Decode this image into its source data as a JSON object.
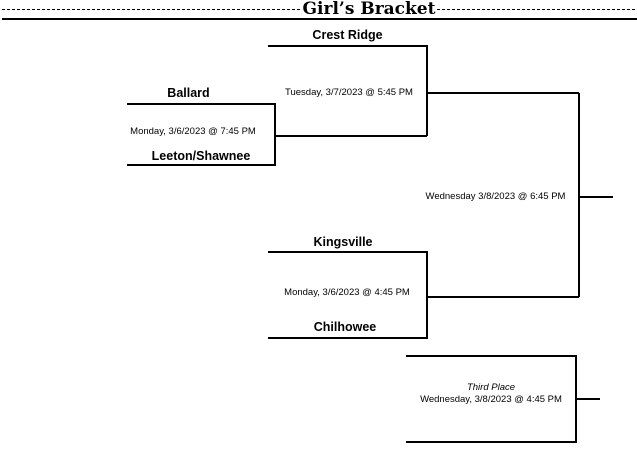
{
  "header": {
    "title": "Girl’s Bracket"
  },
  "round1": [
    {
      "top_team": "Ballard",
      "bottom_team": "Leeton/Shawnee",
      "game": "Monday, 3/6/2023 @ 7:45 PM"
    },
    {
      "top_team": "Kingsville",
      "bottom_team": "Chilhowee",
      "game": "Monday, 3/6/2023 @ 4:45 PM"
    }
  ],
  "semifinal": {
    "top_team": "Crest Ridge",
    "game": "Tuesday, 3/7/2023 @ 5:45 PM"
  },
  "final": {
    "game": "Wednesday 3/8/2023 @ 6:45 PM"
  },
  "third_place": {
    "label": "Third Place",
    "game": "Wednesday, 3/8/2023 @ 4:45 PM"
  }
}
